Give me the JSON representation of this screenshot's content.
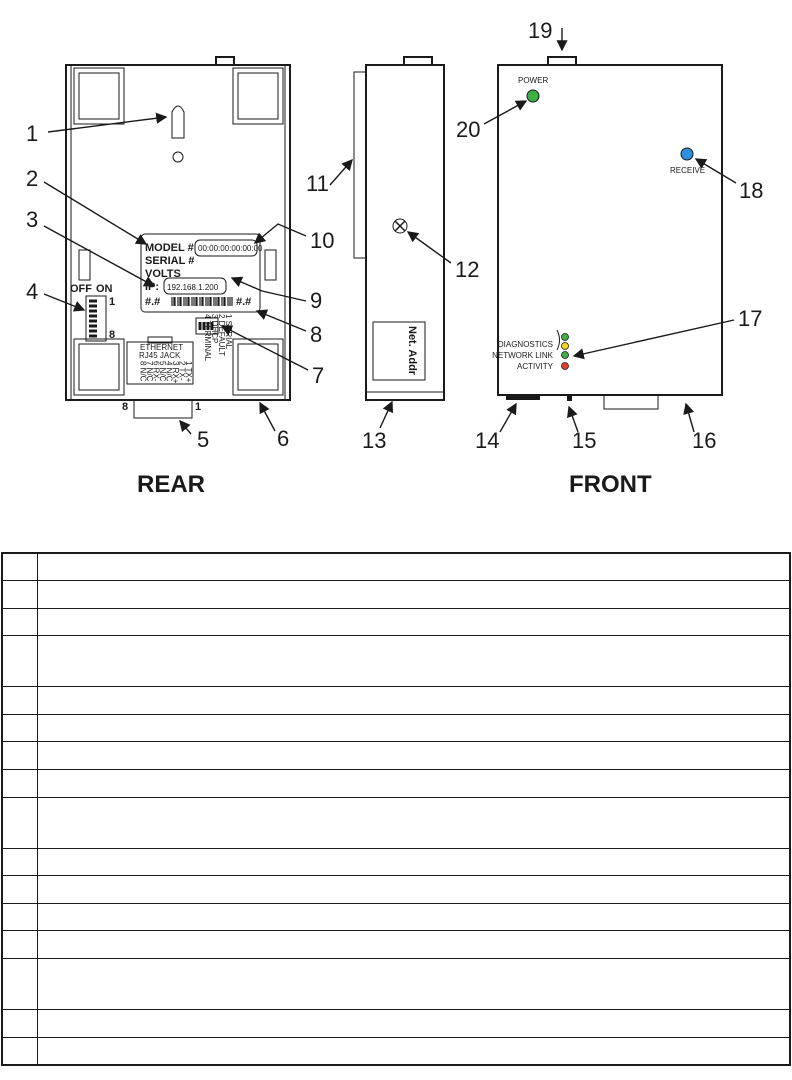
{
  "views": {
    "rear": "REAR",
    "front": "FRONT"
  },
  "rear_panel": {
    "label_plate": {
      "model": "MODEL #",
      "mac": "00:00:00:00:00:00",
      "serial": "SERIAL #",
      "volts": "VOLTS",
      "ip_label": "IP:",
      "ip_value": "192.168.1.200",
      "rev_left": "#.#",
      "rev_right": "#.#"
    },
    "dip_switch": {
      "off": "OFF",
      "on": "ON",
      "first": "1",
      "last": "8"
    },
    "jack": {
      "title_1": "ETHERNET",
      "title_2": "RJ45 JACK",
      "pins": [
        "1 TX+",
        "2 TX-",
        "3 RX+",
        "4 N/C",
        "5 N/C",
        "6 RX-",
        "7 N/C",
        "8 N/C"
      ],
      "left": "8",
      "right": "1"
    },
    "mode_switch": {
      "opts": [
        "1 SERIAL",
        "2 DEFAULT",
        "3 DHCP",
        "4 TERMINAL"
      ]
    }
  },
  "side_panel": {
    "net_addr": "Net. Addr"
  },
  "front_panel": {
    "power": "POWER",
    "receive": "RECEIVE",
    "diagnostics": "DIAGNOSTICS",
    "network_link": "NETWORK LINK",
    "activity": "ACTIVITY"
  },
  "callouts": [
    "1",
    "2",
    "3",
    "4",
    "5",
    "6",
    "7",
    "8",
    "9",
    "10",
    "11",
    "12",
    "13",
    "14",
    "15",
    "16",
    "17",
    "18",
    "19",
    "20"
  ],
  "colors": {
    "power_led": "#3cb043",
    "receive_led": "#2e8fe0",
    "diag_led": "#3cb043",
    "link_led": "#f2d21a",
    "link2_led": "#3cb043",
    "activity_led": "#e0402a"
  },
  "table": {
    "rows": [
      {
        "num": "",
        "text": ""
      },
      {
        "num": "",
        "text": ""
      },
      {
        "num": "",
        "text": ""
      },
      {
        "num": "",
        "text": ""
      },
      {
        "num": "",
        "text": ""
      },
      {
        "num": "",
        "text": ""
      },
      {
        "num": "",
        "text": ""
      },
      {
        "num": "",
        "text": ""
      },
      {
        "num": "",
        "text": ""
      },
      {
        "num": "",
        "text": ""
      },
      {
        "num": "",
        "text": ""
      },
      {
        "num": "",
        "text": ""
      },
      {
        "num": "",
        "text": ""
      },
      {
        "num": "",
        "text": ""
      },
      {
        "num": "",
        "text": ""
      },
      {
        "num": "",
        "text": ""
      }
    ]
  }
}
